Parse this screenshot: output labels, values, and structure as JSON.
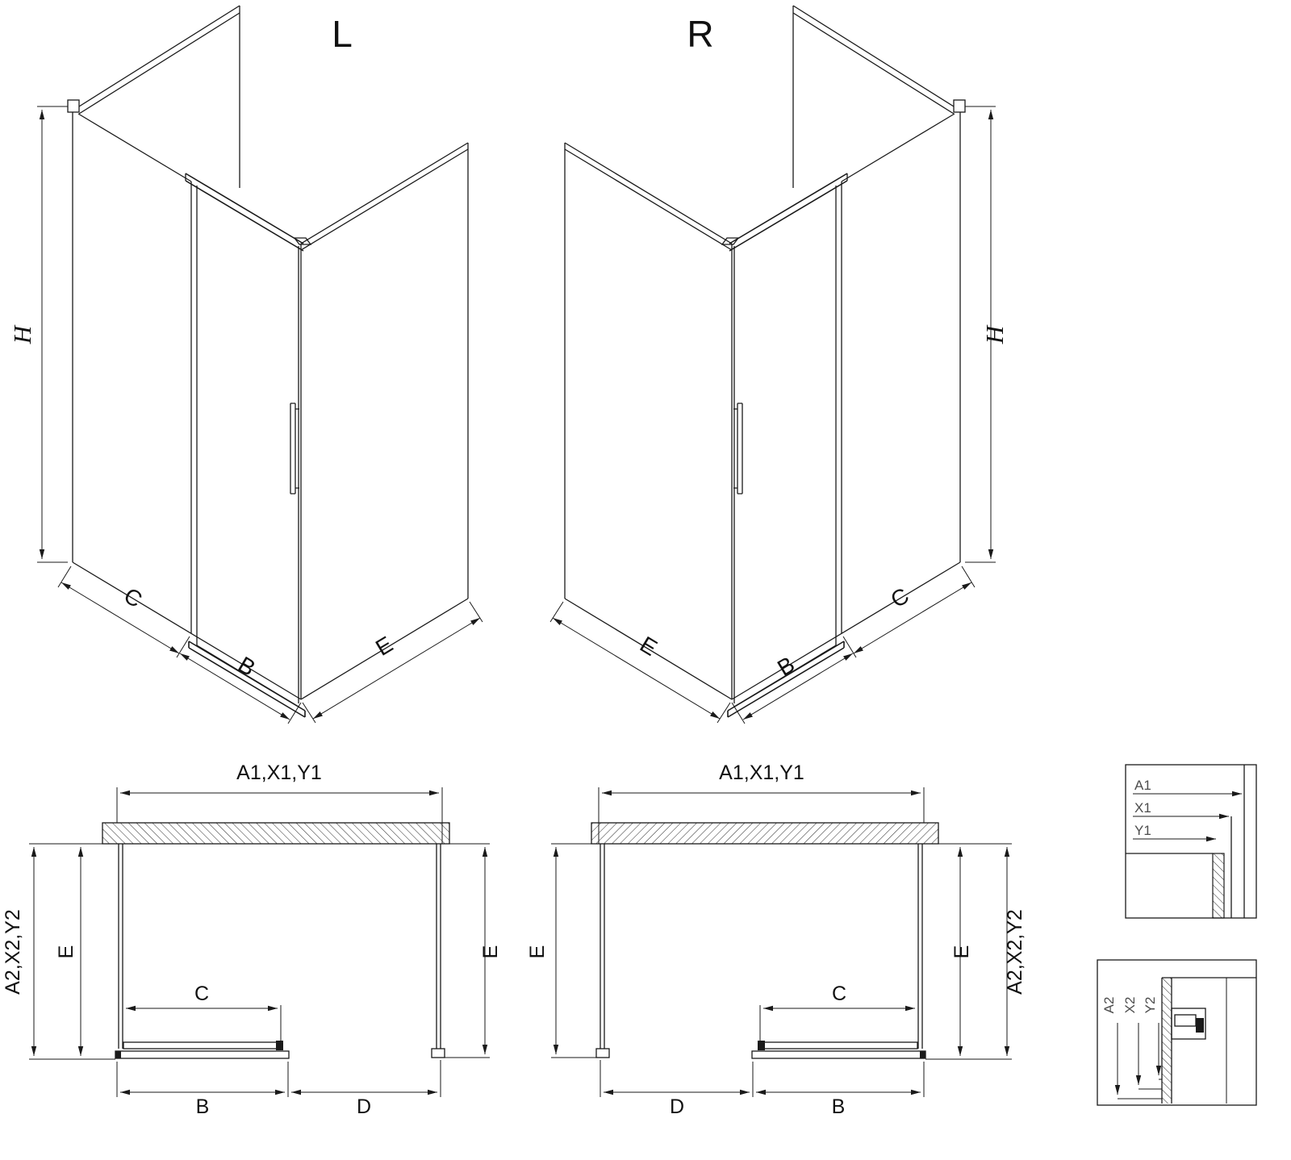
{
  "drawing": {
    "background": "#ffffff",
    "line_color": "#1a1a1a",
    "iso_left": {
      "label": "L",
      "dim_h": "H",
      "dim_c": "C",
      "dim_b": "B",
      "dim_e": "E"
    },
    "iso_right": {
      "label": "R",
      "dim_h": "H",
      "dim_c": "C",
      "dim_b": "B",
      "dim_e": "E"
    },
    "plan_left": {
      "dim_top": "A1,X1,Y1",
      "dim_side_outer": "A2,X2,Y2",
      "dim_depth_left": "E",
      "dim_depth_right": "E",
      "dim_c": "C",
      "dim_b": "B",
      "dim_d": "D"
    },
    "plan_right": {
      "dim_top": "A1,X1,Y1",
      "dim_side_outer": "A2,X2,Y2",
      "dim_depth_left": "E",
      "dim_depth_right": "E",
      "dim_c": "C",
      "dim_b": "B",
      "dim_d": "D"
    },
    "detail_top": {
      "dim_a1": "A1",
      "dim_x1": "X1",
      "dim_y1": "Y1"
    },
    "detail_bottom": {
      "dim_a2": "A2",
      "dim_x2": "X2",
      "dim_y2": "Y2"
    }
  }
}
